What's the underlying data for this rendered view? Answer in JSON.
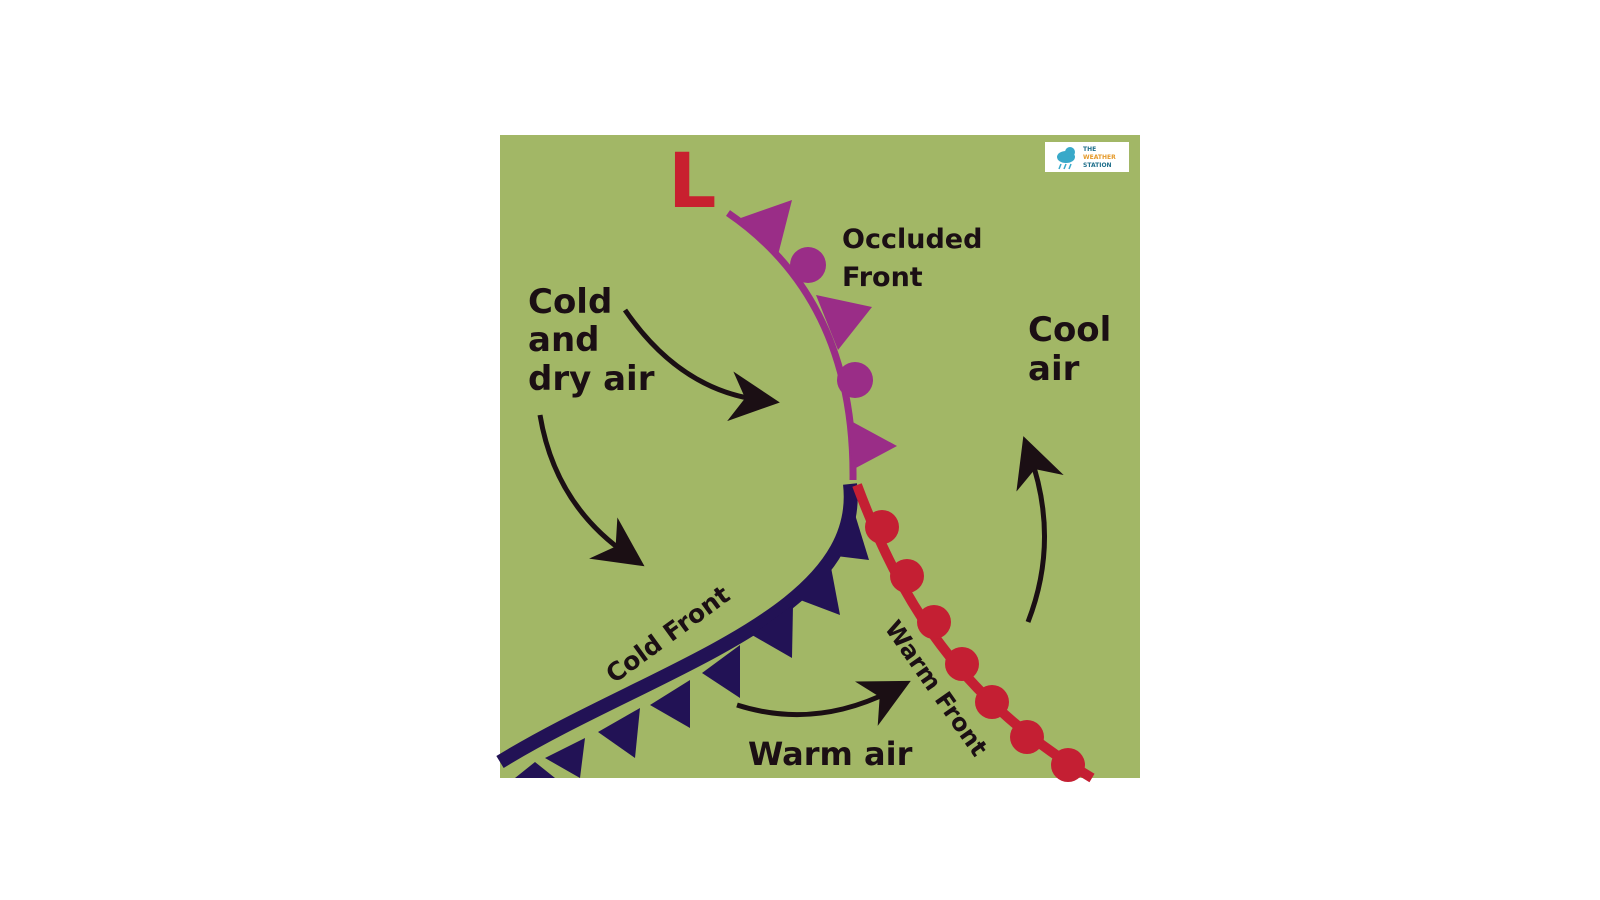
{
  "diagram": {
    "low_pressure_symbol": "L",
    "labels": {
      "occluded_front": [
        "Occluded",
        "Front"
      ],
      "cold_dry_air": [
        "Cold",
        "and",
        "dry air"
      ],
      "cool_air": [
        "Cool",
        "air"
      ],
      "cold_front": "Cold Front",
      "warm_front": "Warm Front",
      "warm_air": "Warm air"
    },
    "logo": {
      "lines": [
        "THE",
        "WEATHER",
        "STATION"
      ],
      "icon": "cloud-rain-icon"
    },
    "colors": {
      "background": "#a2b766",
      "low_symbol": "#c8202f",
      "occluded_front": "#9a2d87",
      "cold_front": "#221255",
      "warm_front": "#c41f33",
      "arrows": "#1b0f14"
    }
  }
}
